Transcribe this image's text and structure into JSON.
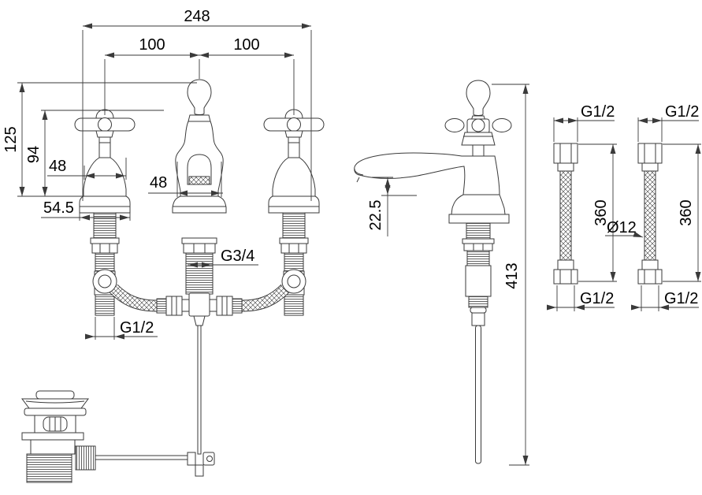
{
  "colors": {
    "line": "#3a3a3a",
    "text": "#000000",
    "background": "#ffffff"
  },
  "front": {
    "overall_width": "248",
    "pitch_left": "100",
    "pitch_right": "100",
    "overall_height": "125",
    "handle_height": "94",
    "handle_width": "48",
    "spout_width": "48",
    "base_width": "54.5",
    "spout_thread": "G3/4",
    "inlet_thread": "G1/2"
  },
  "side": {
    "spout_height": "22.5",
    "overall_depth": "413"
  },
  "hose_left": {
    "top_thread": "G1/2",
    "length": "360",
    "bottom_thread": "G1/2"
  },
  "hose_right": {
    "top_thread": "G1/2",
    "length": "360",
    "bottom_thread": "G1/2",
    "diameter": "Ø12"
  }
}
